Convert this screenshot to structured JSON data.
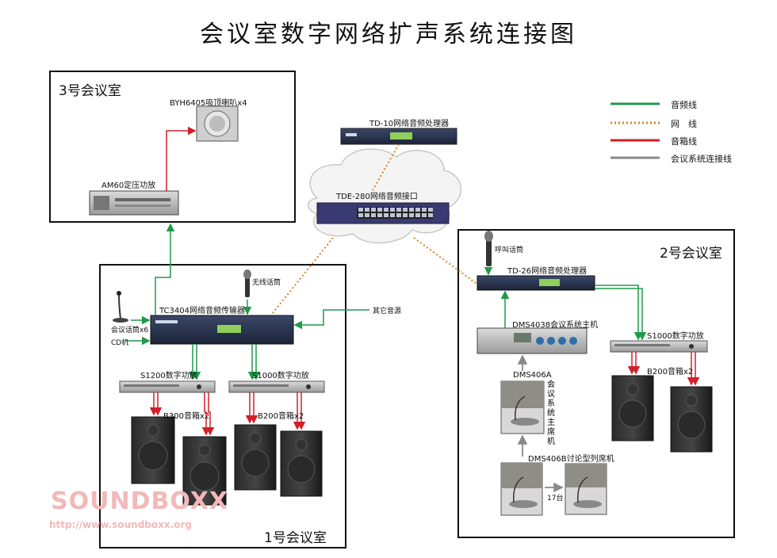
{
  "title": "会议室数字网络扩声系统连接图",
  "legend": {
    "items": [
      {
        "label": "音频线",
        "color": "#1e9a4a"
      },
      {
        "label": "网　线",
        "color": "#d4862a"
      },
      {
        "label": "音箱线",
        "color": "#d0202a"
      },
      {
        "label": "会议系统连接线",
        "color": "#8a8a8a"
      }
    ]
  },
  "room3": {
    "label": "3号会议室",
    "speaker_label": "BYH6405吸顶喇叭x4",
    "amp_label": "AM60定压功放"
  },
  "network": {
    "processor_label": "TD-10网络音频处理器",
    "switch_label": "TDE-280网络音频接口"
  },
  "room1": {
    "label": "1号会议室",
    "transmitter_label": "TC3404网络音频传输器",
    "wireless_mic_label": "无线话筒",
    "gooseneck_label": "会议话筒x6",
    "cd_label": "CD机",
    "other_source_label": "其它音源",
    "amp1_label": "S1200数字功放",
    "amp2_label": "S1000数字功放",
    "speakers1_label": "B300音箱x2",
    "speakers2_label": "B200音箱x2"
  },
  "room2": {
    "label": "2号会议室",
    "paging_mic_label": "呼叫话筒",
    "processor_label": "TD-26网络音频处理器",
    "host_label": "DMS4038会议系统主机",
    "amp_label": "S1000数字功放",
    "speakers_label": "B200音箱x2",
    "chair_label": "DMS406A",
    "chair_vertical": "会议系统主席机",
    "delegate_label": "DMS406B讨论型列席机",
    "delegate_count": "17台"
  },
  "watermark": {
    "brand": "SOUNDBOXX",
    "url": "http://www.soundboxx.org"
  }
}
